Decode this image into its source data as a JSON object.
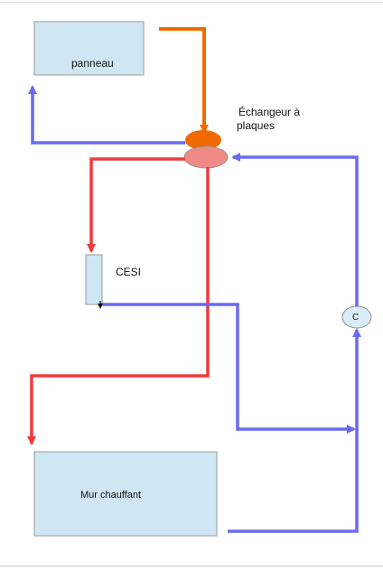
{
  "diagram": {
    "nodes": {
      "panneau": {
        "label": "panneau",
        "fill": "#cfe6f3"
      },
      "echangeur": {
        "label_line1": "Échangeur à",
        "label_line2": "plaques",
        "top_color": "#f06a00",
        "bottom_color": "#f08a86"
      },
      "cesi": {
        "label": "CESI",
        "fill": "#cfe6f3"
      },
      "mur": {
        "label": "Mur chauffant",
        "fill": "#cfe6f3"
      },
      "circulateur": {
        "label": "C",
        "fill": "#d8ecf8"
      }
    },
    "colors": {
      "hot_line": "#ef3b3b",
      "cold_line": "#6a6af5",
      "solar_line": "#f06a00",
      "box_border": "#9a9a9a"
    }
  }
}
